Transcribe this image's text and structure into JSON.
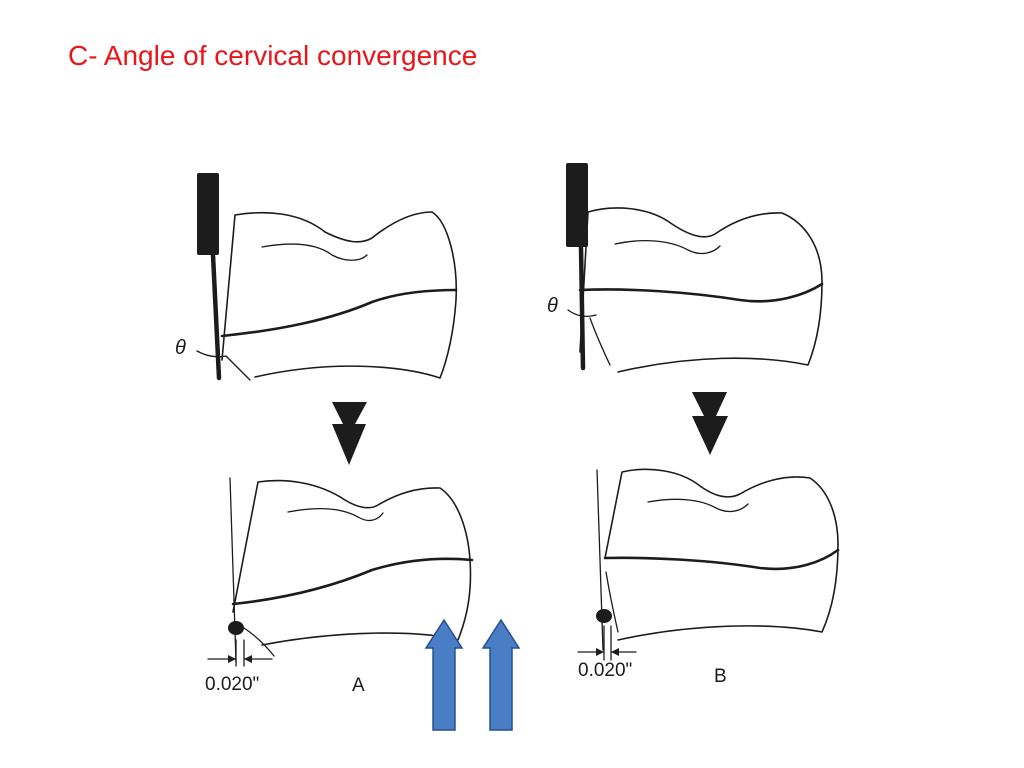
{
  "slide": {
    "title": "C- Angle of cervical convergence",
    "title_color": "#e8161b"
  },
  "figure": {
    "theta_symbol": "θ",
    "panel_a": {
      "label": "A",
      "measurement": "0.020\""
    },
    "panel_b": {
      "label": "B",
      "measurement": "0.020\""
    },
    "line_color": "#1c1c1c",
    "added_arrow_fill": "#4a7ec4",
    "added_arrow_stroke": "#24508f"
  }
}
